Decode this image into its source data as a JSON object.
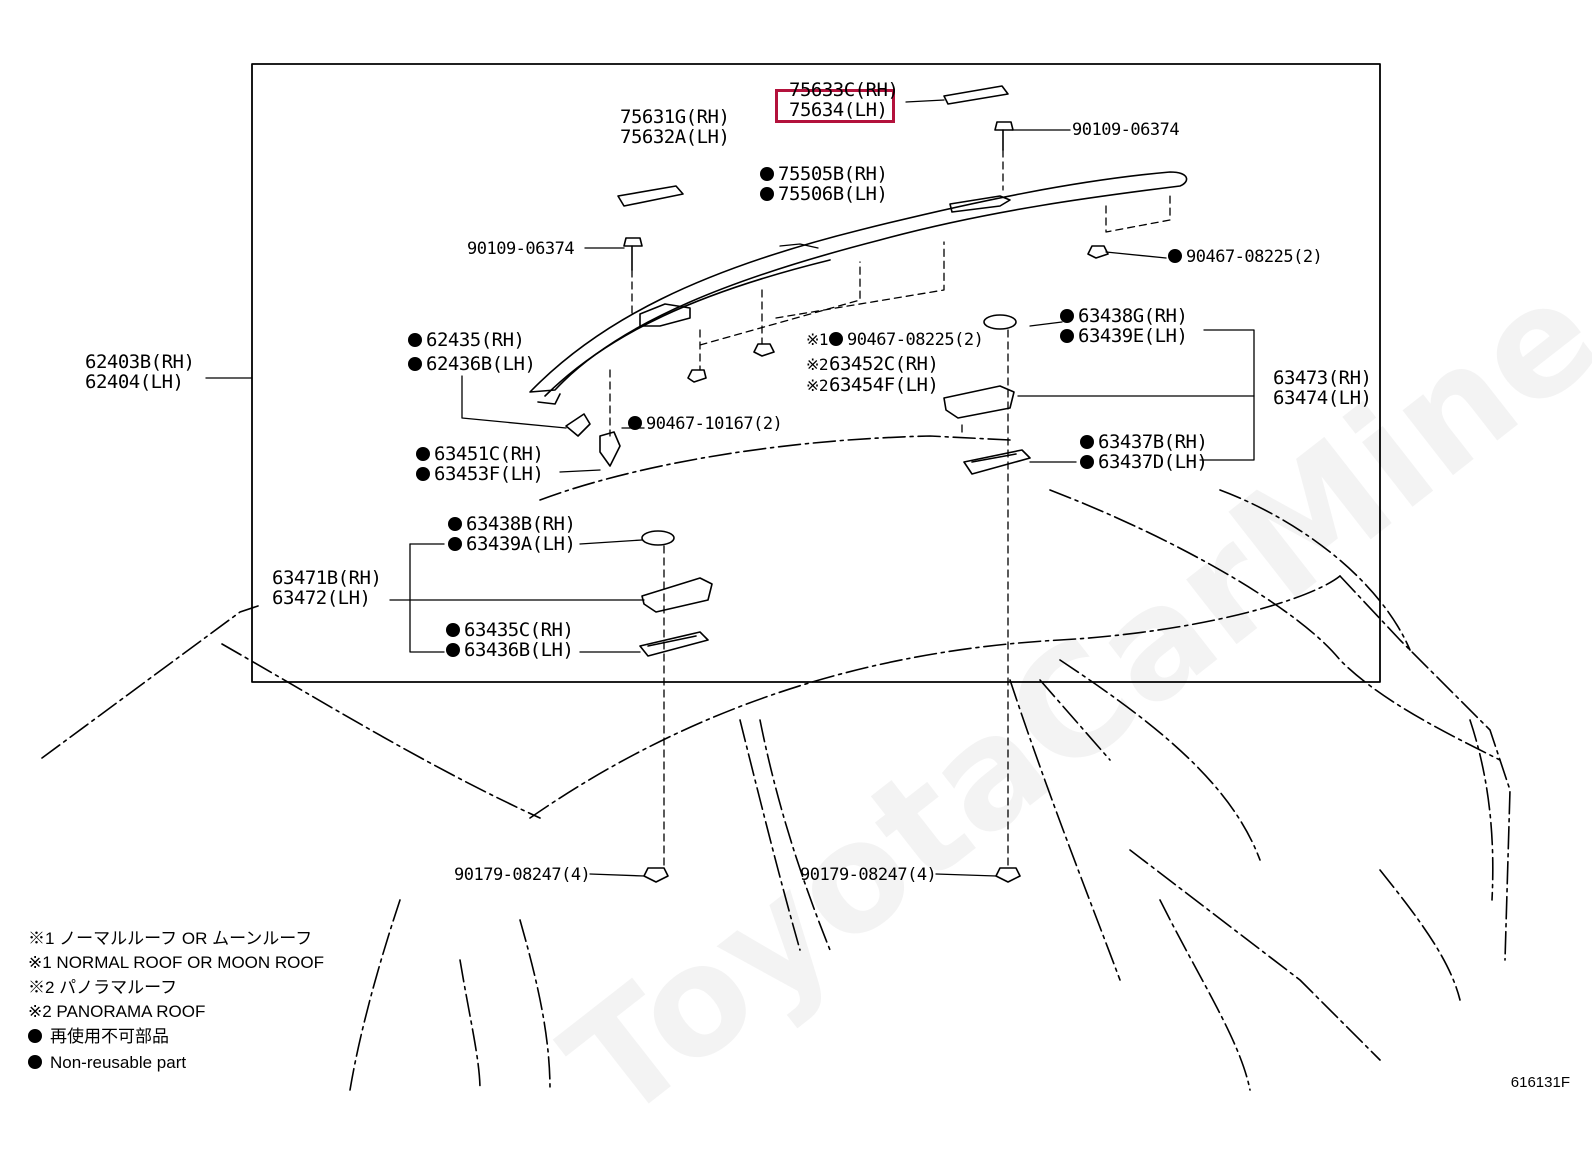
{
  "labels": {
    "p75633c": "75633C(RH)",
    "p75634": "75634(LH)",
    "p75631g": "75631G(RH)",
    "p75632a": "75632A(LH)",
    "p90109_right": "90109-06374",
    "p75505b": "75505B(RH)",
    "p75506b": "75506B(LH)",
    "p90109_left": "90109-06374",
    "p90467_08225_right": "90467-08225(2)",
    "p62403b": "62403B(RH)",
    "p62404": "62404(LH)",
    "p62435": "62435(RH)",
    "p62436b": "62436B(LH)",
    "p90467_08225_mid": "90467-08225(2)",
    "p63452c": "63452C(RH)",
    "p63454f": "63454F(LH)",
    "p63438g": "63438G(RH)",
    "p63439e": "63439E(LH)",
    "p63473": "63473(RH)",
    "p63474": "63474(LH)",
    "p90467_10167": "90467-10167(2)",
    "p63451c": "63451C(RH)",
    "p63453f": "63453F(LH)",
    "p63437b": "63437B(RH)",
    "p63437d": "63437D(LH)",
    "p63438b": "63438B(RH)",
    "p63439a": "63439A(LH)",
    "p63471b": "63471B(RH)",
    "p63472": "63472(LH)",
    "p63435c": "63435C(RH)",
    "p63436b": "63436B(LH)",
    "p90179_left": "90179-08247(4)",
    "p90179_right": "90179-08247(4)"
  },
  "marks": {
    "note1": "※1",
    "note2": "※2"
  },
  "legend": {
    "line1": "※1 ノーマルルーフ  OR  ムーンルーフ",
    "line2": "※1 NORMAL ROOF OR MOON ROOF",
    "line3": "※2 パノラマルーフ",
    "line4": "※2 PANORAMA ROOF",
    "line5": "再使用不可部品",
    "line6": "Non-reusable part"
  },
  "diagram_code": "616131F",
  "watermark": "ToyotaCarMine.ru",
  "colors": {
    "highlight": "#b3123c",
    "line": "#000000"
  }
}
